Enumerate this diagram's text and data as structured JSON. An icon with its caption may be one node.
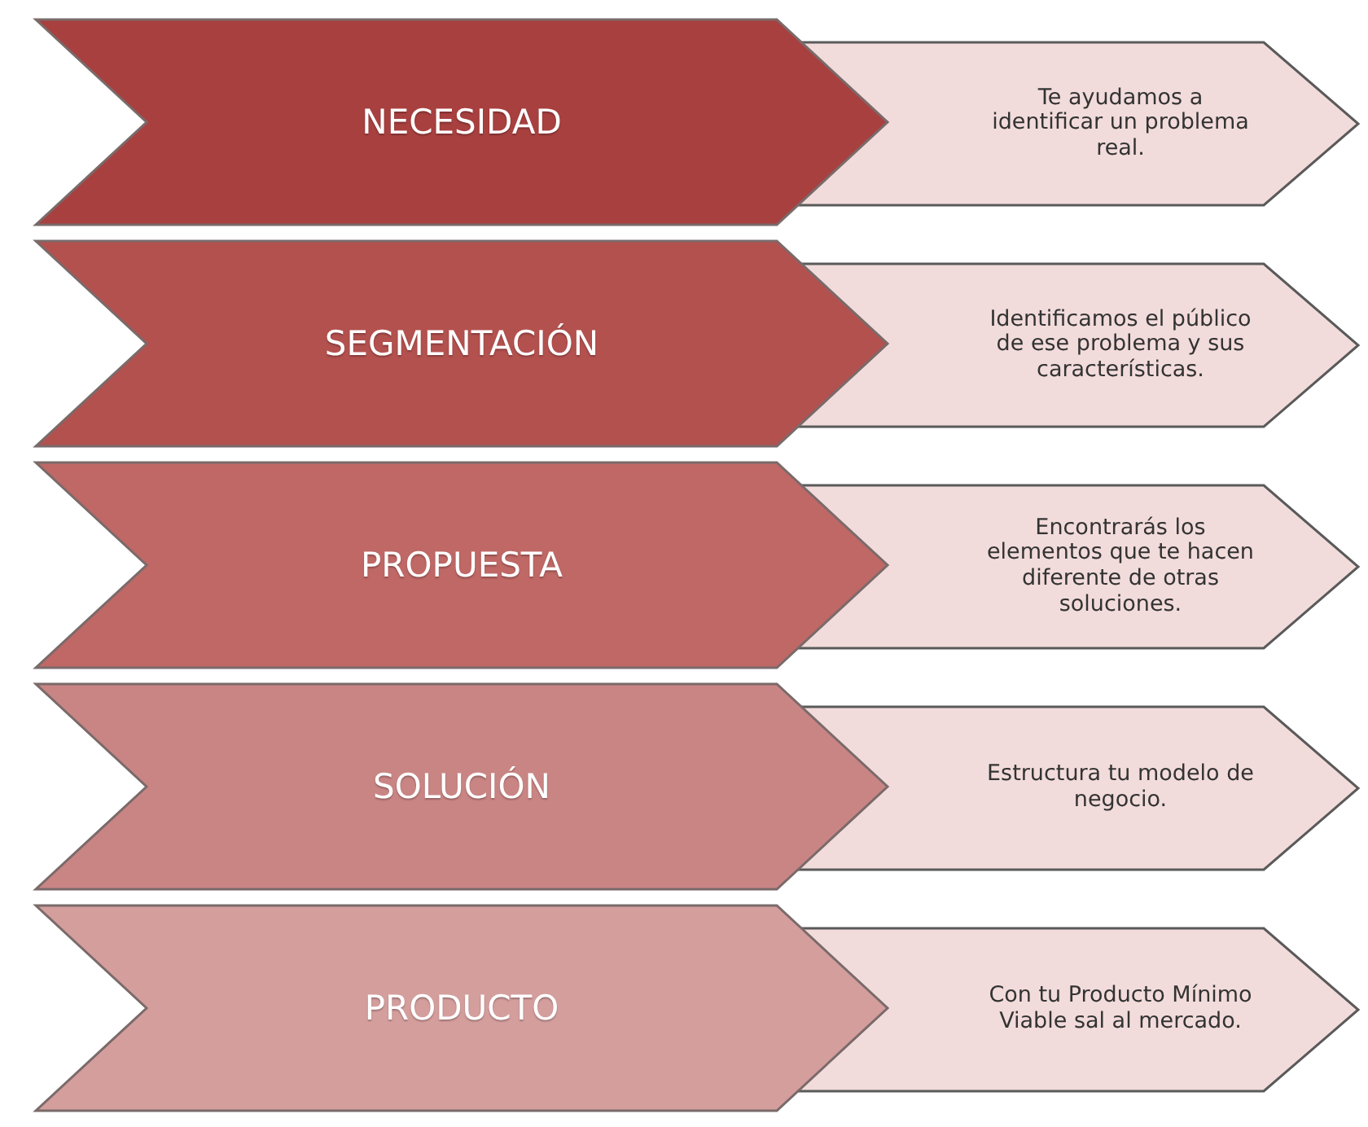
{
  "diagram": {
    "nodes": [
      {
        "text": [
          "NECESIDAD"
        ]
      },
      {
        "text": [
          "Te ayudamos a identificar un problema real."
        ]
      },
      {
        "text": [
          "SEGMENTACIÓN"
        ]
      },
      {
        "text": [
          "Identificamos el público de ese problema y sus características."
        ]
      },
      {
        "text": [
          "PROPUESTA"
        ]
      },
      {
        "text": [
          "Encontrarás los elementos que te hacen diferente de otras soluciones."
        ]
      },
      {
        "text": [
          "SOLUCIÓN"
        ]
      },
      {
        "text": [
          "Estructura tu modelo de negocio."
        ]
      },
      {
        "text": [
          "PRODUCTO"
        ]
      },
      {
        "text": [
          "Con tu Producto Mínimo Viable sal al mercado."
        ]
      }
    ]
  }
}
